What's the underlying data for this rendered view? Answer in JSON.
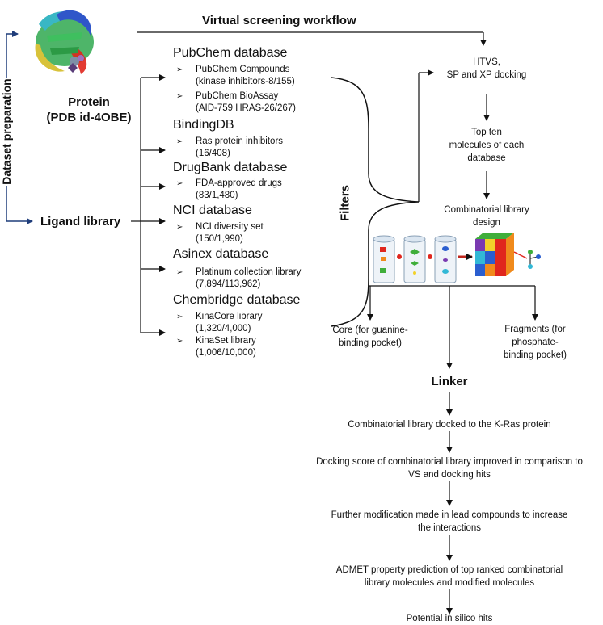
{
  "title": "Virtual screening workflow",
  "left": {
    "side_label": "Dataset preparation",
    "protein_label": "Protein",
    "protein_id": "(PDB id-4OBE)",
    "ligand_label": "Ligand library"
  },
  "filters_label": "Filters",
  "databases": [
    {
      "name": "PubChem database",
      "items": [
        {
          "line1": "PubChem Compounds",
          "line2": "(kinase inhibitors-8/155)"
        },
        {
          "line1": "PubChem BioAssay",
          "line2": "(AID-759 HRAS-26/267)"
        }
      ]
    },
    {
      "name": "BindingDB",
      "items": [
        {
          "line1": "Ras protein inhibitors",
          "line2": "(16/408)"
        }
      ]
    },
    {
      "name": "DrugBank database",
      "items": [
        {
          "line1": "FDA-approved drugs",
          "line2": "(83/1,480)"
        }
      ]
    },
    {
      "name": "NCI database",
      "items": [
        {
          "line1": "NCI diversity set",
          "line2": "(150/1,990)"
        }
      ]
    },
    {
      "name": "Asinex database",
      "items": [
        {
          "line1": "Platinum collection library",
          "line2": "(7,894/113,962)"
        }
      ]
    },
    {
      "name": "Chembridge database",
      "items": [
        {
          "line1": "KinaCore library",
          "line2": "(1,320/4,000)"
        },
        {
          "line1": "KinaSet library",
          "line2": "(1,006/10,000)"
        }
      ]
    }
  ],
  "bullet_glyph": "➢",
  "right": {
    "htvs_line1": "HTVS,",
    "htvs_line2": "SP and XP docking",
    "top_line1": "Top ten",
    "top_line2": "molecules of each",
    "top_line3": "database",
    "combi_line1": "Combinatorial library",
    "combi_line2": "design",
    "core_line1": "Core (for guanine-",
    "core_line2": "binding pocket)",
    "frag_line1": "Fragments (for",
    "frag_line2": "phosphate-",
    "frag_line3": "binding pocket)"
  },
  "linker_label": "Linker",
  "steps": [
    {
      "line1": "Combinatorial library docked to the K-Ras protein",
      "line2": ""
    },
    {
      "line1": "Docking score of combinatorial library improved in comparison to",
      "line2": "VS and docking hits"
    },
    {
      "line1": "Further modification made in lead compounds to increase",
      "line2": "the interactions"
    },
    {
      "line1": "ADMET property prediction of top ranked combinatorial",
      "line2": "library molecules and modified molecules"
    },
    {
      "line1": "Potential in silico hits",
      "line2": ""
    }
  ],
  "colors": {
    "arrow_blue": "#1f3d7a",
    "line": "#111111",
    "protein_green": "#2fa84f",
    "protein_yellow": "#d8c23a",
    "protein_blue": "#2f56c9",
    "protein_cyan": "#39b7c4",
    "cube_red": "#e0261d",
    "cube_blue": "#2a5ecf",
    "cube_green": "#3fae3a",
    "cube_orange": "#f08a1c",
    "cube_yellow": "#f2d12a",
    "cube_purple": "#7a3ab1",
    "cube_cyan": "#32b8d6"
  }
}
